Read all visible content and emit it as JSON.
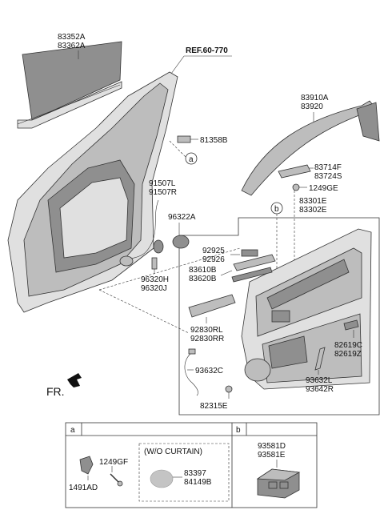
{
  "reference": "REF.60-770",
  "direction": "FR.",
  "callouts": {
    "a": "a",
    "b": "b"
  },
  "labels": {
    "sunshade": [
      "83352A",
      "83362A"
    ],
    "belt_molding": [
      "83910A",
      "83920"
    ],
    "bracket": "81358B",
    "trim_pad_upper": [
      "83714F",
      "83724S"
    ],
    "grommet_bolt": "1249GE",
    "door_trim": [
      "83301E",
      "83302E"
    ],
    "wiring": [
      "91507L",
      "91507R"
    ],
    "speaker": "96322A",
    "switch": [
      "92925",
      "92926"
    ],
    "handle": [
      "83610B",
      "83620B"
    ],
    "tweeter": [
      "96320H",
      "96320J"
    ],
    "reflector": [
      "82619C",
      "82619Z"
    ],
    "lamp": [
      "92830RL",
      "92830RR"
    ],
    "courtesy": "93632C",
    "inner_lamp": [
      "93632L",
      "93642R"
    ],
    "clip": "82315E"
  },
  "detail_a": {
    "gf": "1249GF",
    "ad": "1491AD",
    "curtain_note": "(W/O CURTAIN)",
    "cap": [
      "83397",
      "84149B"
    ]
  },
  "detail_b": {
    "switch": [
      "93581D",
      "93581E"
    ]
  }
}
